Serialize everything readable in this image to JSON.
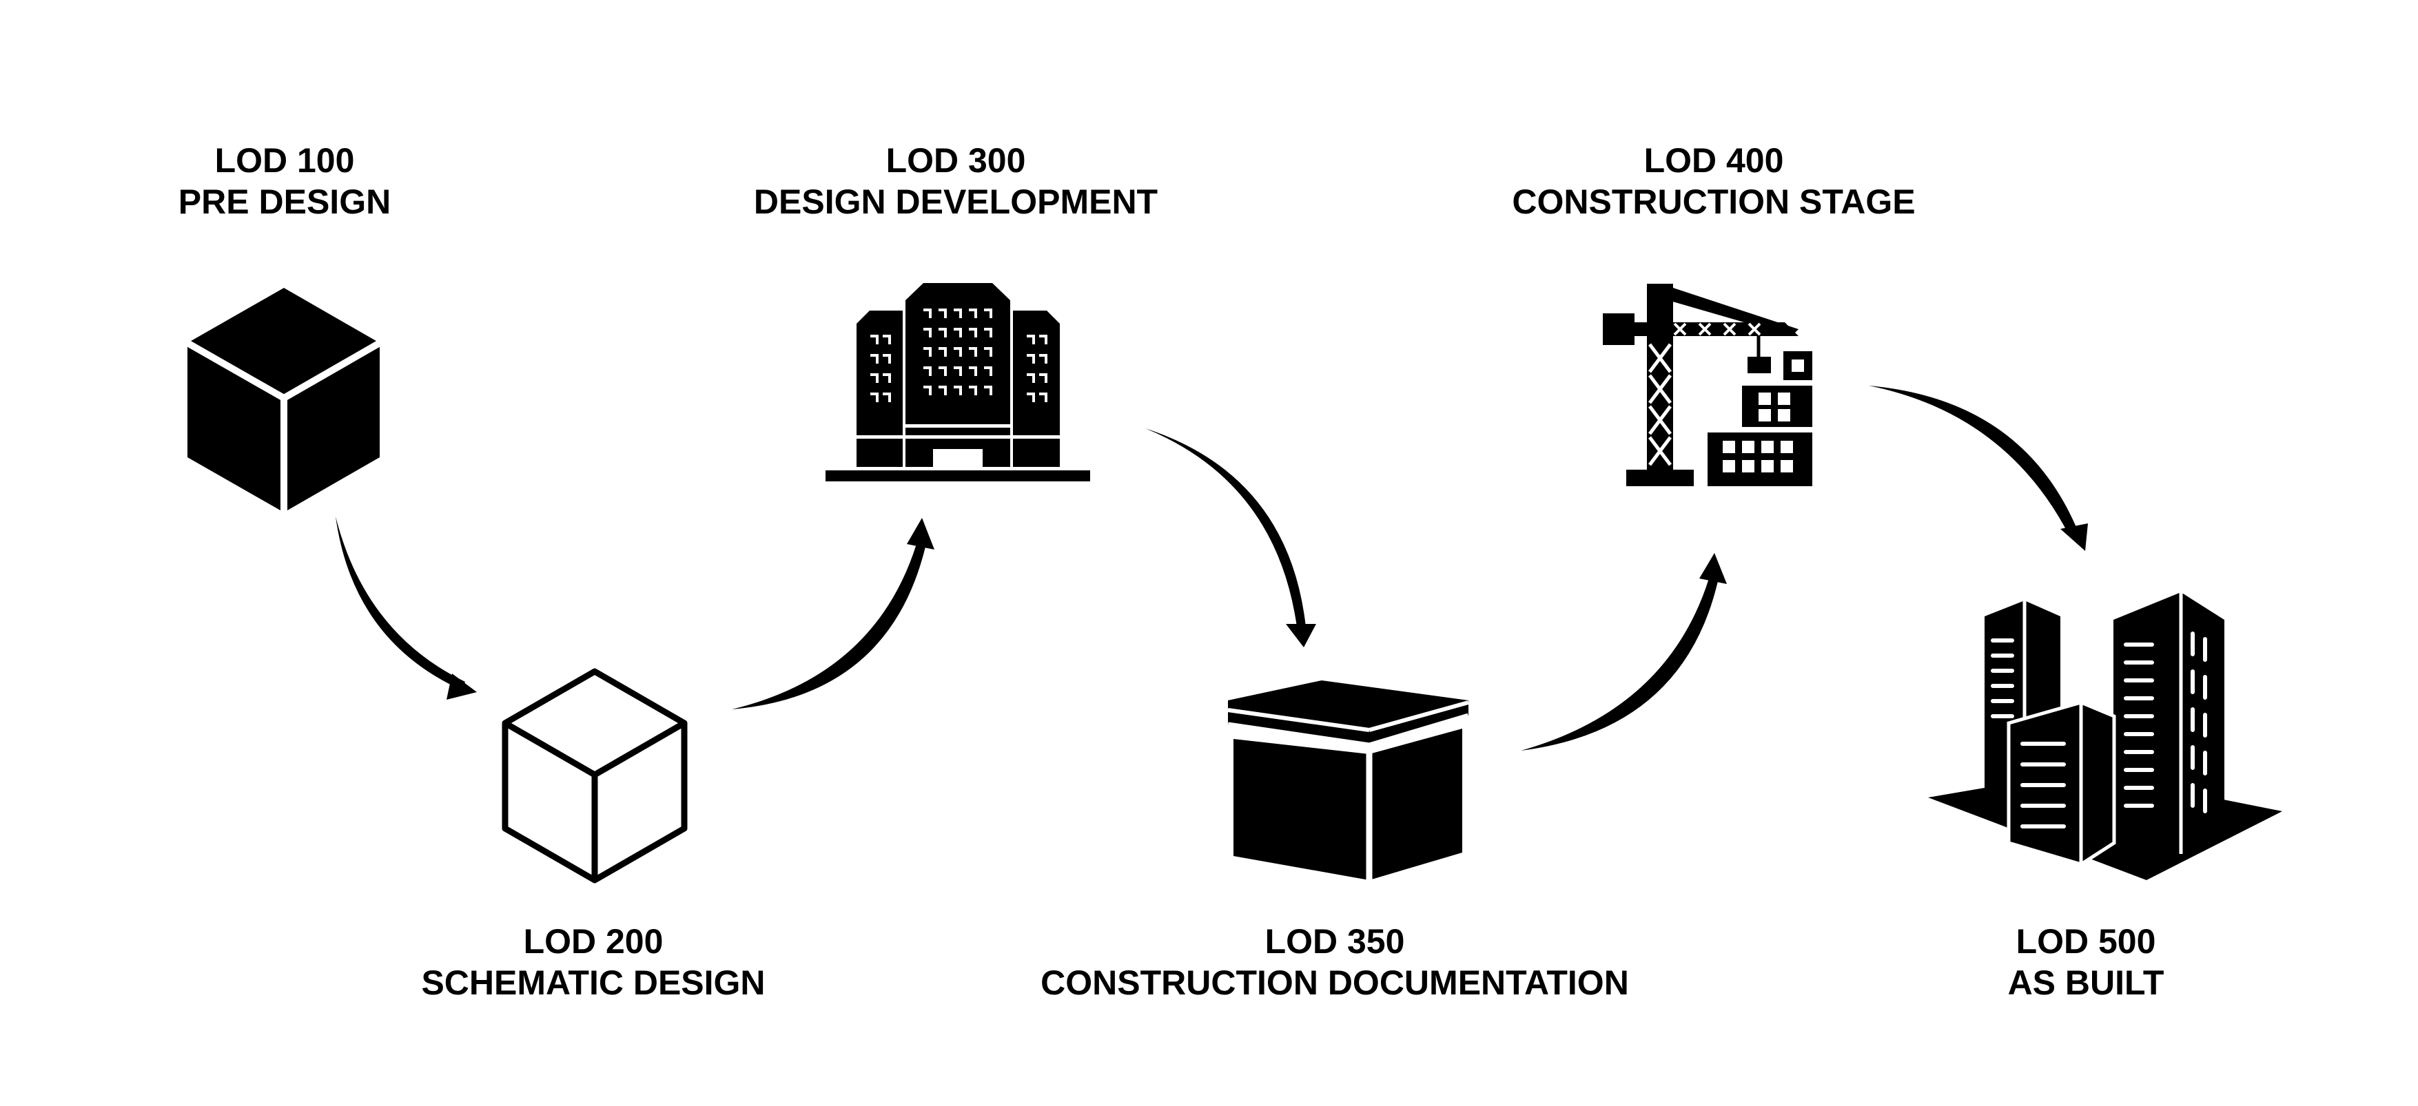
{
  "colors": {
    "ink": "#000000",
    "paper": "#ffffff"
  },
  "stages": [
    {
      "code": "LOD 100",
      "name": "PRE DESIGN",
      "icon": "solid-cube-icon"
    },
    {
      "code": "LOD 200",
      "name": "SCHEMATIC DESIGN",
      "icon": "outline-cube-icon"
    },
    {
      "code": "LOD 300",
      "name": "DESIGN DEVELOPMENT",
      "icon": "building-icon"
    },
    {
      "code": "LOD 350",
      "name": "CONSTRUCTION DOCUMENTATION",
      "icon": "box-icon"
    },
    {
      "code": "LOD 400",
      "name": "CONSTRUCTION STAGE",
      "icon": "crane-icon"
    },
    {
      "code": "LOD 500",
      "name": "AS BUILT",
      "icon": "city-towers-icon"
    }
  ]
}
